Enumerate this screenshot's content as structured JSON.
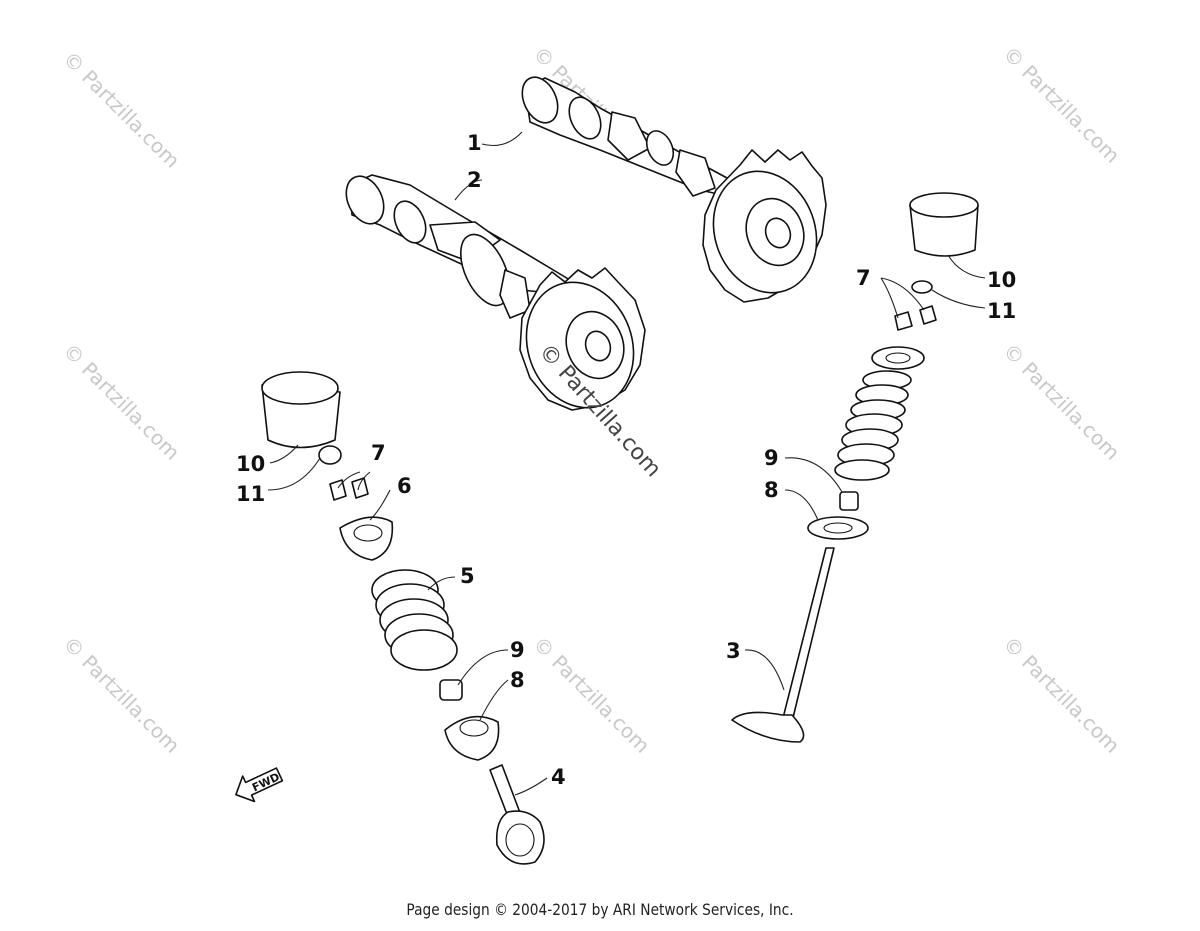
{
  "diagram": {
    "watermarks": [
      "© Partzilla.com",
      "© Partzilla.com",
      "© Partzilla.com",
      "© Partzilla.com",
      "© Partzilla.com",
      "© Partzilla.com",
      "© Partzilla.com",
      "© Partzilla.com",
      "© Partzilla.com"
    ],
    "center_watermark": "© Partzilla.com",
    "callouts": {
      "c1": "1",
      "c2": "2",
      "c3": "3",
      "c4": "4",
      "c5": "5",
      "c6": "6",
      "c7_left": "7",
      "c7_right": "7",
      "c8_left": "8",
      "c8_right": "8",
      "c9_left": "9",
      "c9_right": "9",
      "c10_left": "10",
      "c10_right": "10",
      "c11_left": "11",
      "c11_right": "11"
    },
    "fwd_label": "FWD"
  },
  "footer": {
    "text": "Page design © 2004-2017 by ARI Network Services, Inc."
  }
}
